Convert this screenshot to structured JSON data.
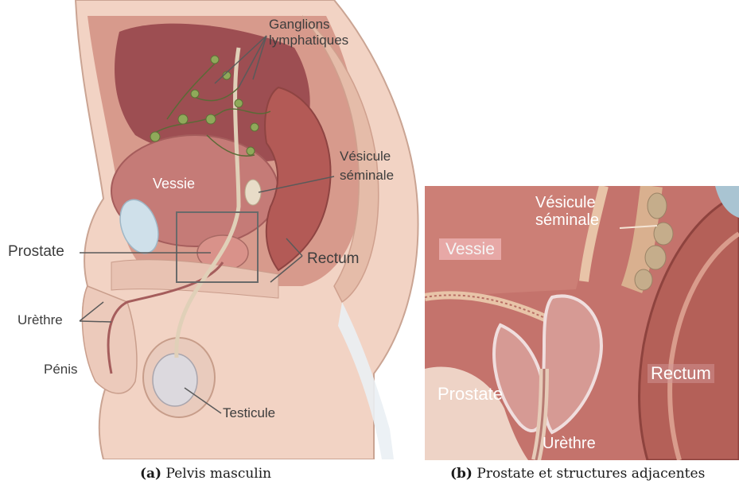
{
  "panel_a": {
    "labels": {
      "ganglions_line1": "Ganglions",
      "ganglions_line2": "lymphatiques",
      "vesicule_line1": "Vésicule",
      "vesicule_line2": "séminale",
      "vessie": "Vessie",
      "prostate": "Prostate",
      "rectum": "Rectum",
      "urethre": "Urèthre",
      "penis": "Pénis",
      "testicule": "Testicule"
    },
    "caption_tag": "(a)",
    "caption_text": "Pelvis masculin"
  },
  "panel_b": {
    "labels": {
      "vesicule_line1": "Vésicule",
      "vesicule_line2": "séminale",
      "vessie": "Vessie",
      "prostate": "Prostate",
      "rectum": "Rectum",
      "urethre": "Urèthre"
    },
    "caption_tag": "(b)",
    "caption_text": "Prostate et structures adjacentes"
  },
  "colors": {
    "skin": "#f2d3c4",
    "tissue_dark": "#b7686a",
    "tissue_mid": "#c98277",
    "lymph_node": "#8fa95a",
    "background": "#ffffff"
  }
}
